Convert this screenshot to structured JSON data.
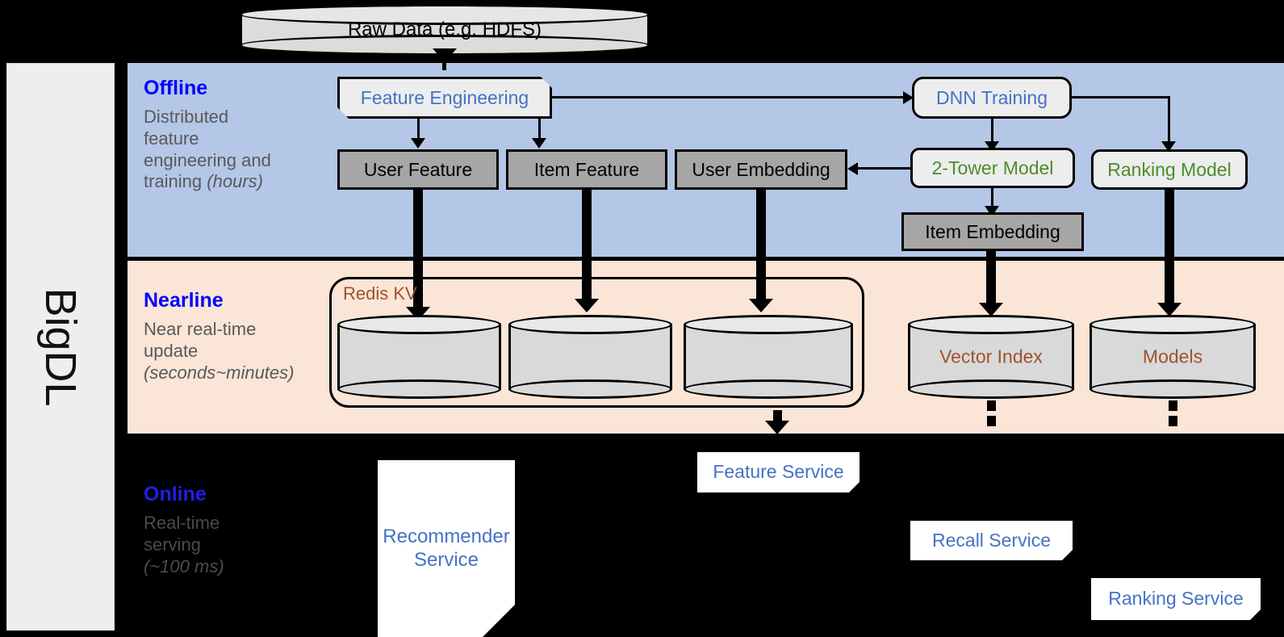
{
  "rail": {
    "label": "BigDL"
  },
  "source": {
    "raw_data": "Raw Data (e.g. HDFS)"
  },
  "bands": {
    "offline": {
      "title": "Offline",
      "subtitle_line1": "Distributed",
      "subtitle_line2": "feature",
      "subtitle_line3": "engineering and",
      "subtitle_line4": "training ",
      "subtitle_italic": "(hours)"
    },
    "nearline": {
      "title": "Nearline",
      "subtitle_line1": "Near real-time",
      "subtitle_line2": "update",
      "subtitle_italic": "(seconds~minutes)"
    },
    "online": {
      "title": "Online",
      "subtitle_line1": "Real-time",
      "subtitle_line2": "serving",
      "subtitle_italic": "(~100 ms)"
    }
  },
  "offline": {
    "feature_engineering": "Feature Engineering",
    "dnn_training": "DNN Training",
    "user_feature": "User Feature",
    "item_feature": "Item Feature",
    "user_embedding": "User Embedding",
    "two_tower_model": "2-Tower Model",
    "ranking_model": "Ranking Model",
    "item_embedding": "Item Embedding"
  },
  "nearline": {
    "redis_label": "Redis KV",
    "store_user_feature": "",
    "store_item_feature": "",
    "store_user_embedding": "",
    "vector_index": "Vector Index",
    "models": "Models"
  },
  "online": {
    "recommender_service": "Recommender\nService",
    "recommender_service_line1": "Recommender",
    "recommender_service_line2": "Service",
    "feature_service": "Feature Service",
    "recall_service": "Recall Service",
    "ranking_service": "Ranking Service"
  },
  "colors": {
    "offline_band": "#b4c7e7",
    "nearline_band": "#fae5d7",
    "online_band": "#000000",
    "rail": "#eeeeee",
    "band_title": "#0000ff",
    "band_subtitle": "#595959",
    "blue_text": "#4472c4",
    "green_text": "#4c8c2b",
    "brown_text": "#a0522d",
    "gray_box": "#a6a6a6",
    "card": "#ededed",
    "cylinder": "#d9d9d9"
  }
}
